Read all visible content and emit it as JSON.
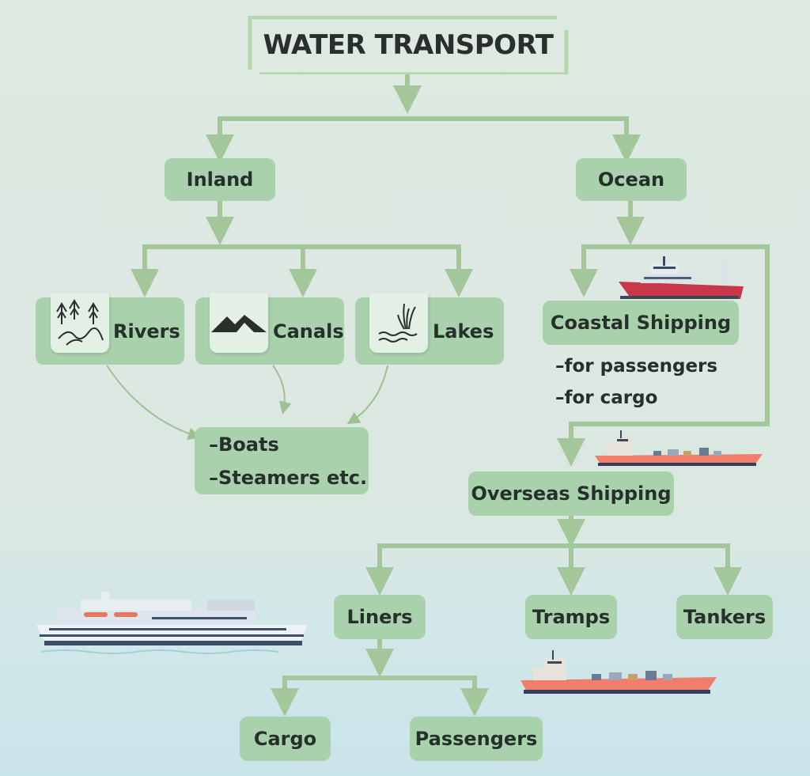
{
  "title": "WATER TRANSPORT",
  "branches": {
    "inland": "Inland",
    "ocean": "Ocean"
  },
  "inland": {
    "rivers": "Rivers",
    "canals": "Canals",
    "lakes": "Lakes",
    "vessels": [
      "–Boats",
      "–Steamers etc."
    ]
  },
  "ocean": {
    "coastal": "Coastal Shipping",
    "coastal_uses": [
      "–for passengers",
      "–for cargo"
    ],
    "overseas": "Overseas Shipping",
    "types": {
      "liners": "Liners",
      "tramps": "Tramps",
      "tankers": "Tankers"
    },
    "liner_types": {
      "cargo": "Cargo",
      "passengers": "Passengers"
    }
  },
  "colors": {
    "node_fill": "#a8d1ac",
    "connector": "#a3c79a",
    "background": "#dde9e1",
    "text": "#26302a"
  },
  "icons": [
    "forest-icon",
    "mountain-icon",
    "lake-icon",
    "fishing-vessel-icon",
    "cargo-ship-icon",
    "cruise-ship-icon"
  ]
}
